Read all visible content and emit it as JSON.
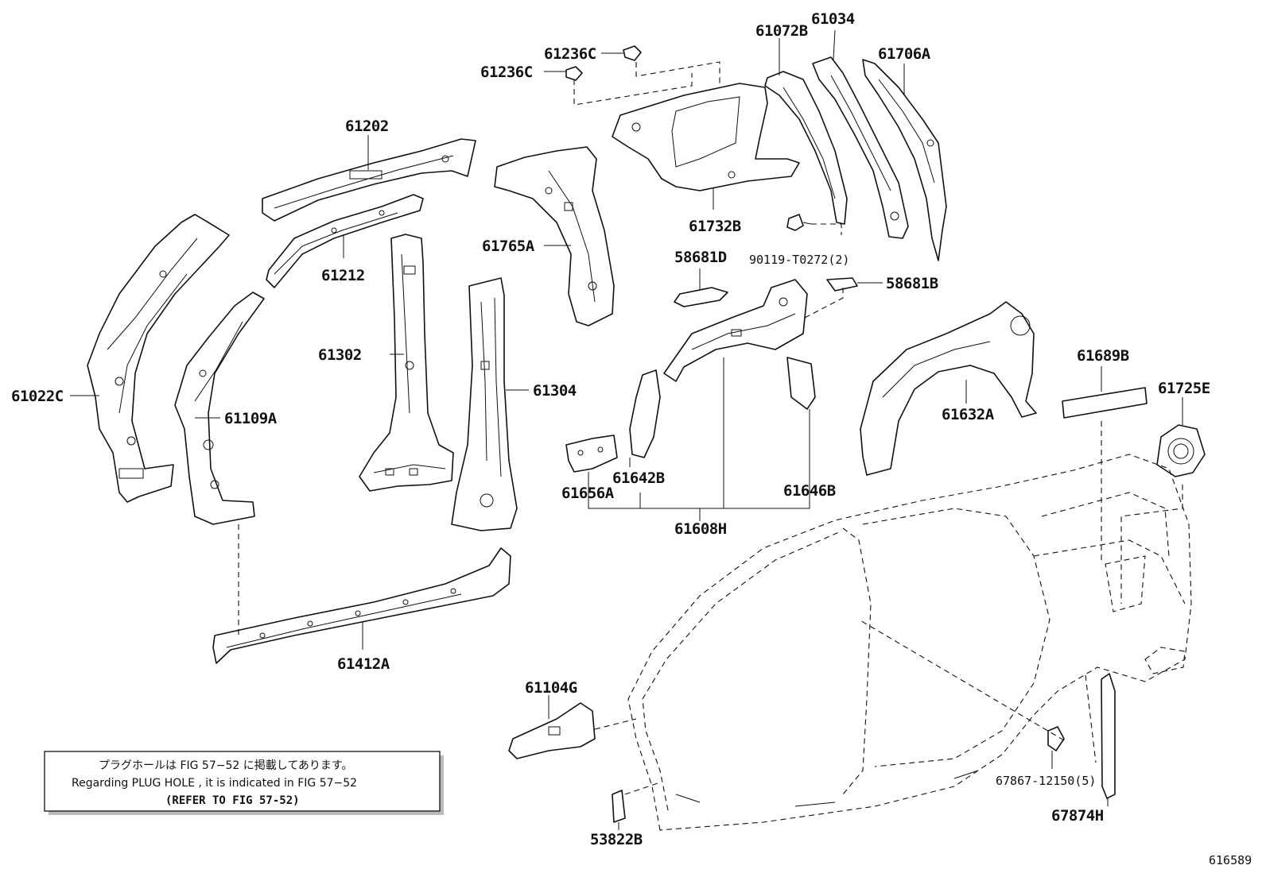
{
  "labels": {
    "p61022C": "61022C",
    "p61109A": "61109A",
    "p61202": "61202",
    "p61212": "61212",
    "p61302": "61302",
    "p61304": "61304",
    "p61412A": "61412A",
    "p61765A": "61765A",
    "p61236C_a": "61236C",
    "p61236C_b": "61236C",
    "p61732B": "61732B",
    "p61072B": "61072B",
    "p61034": "61034",
    "p61706A": "61706A",
    "p90119": "90119-T0272(2)",
    "p58681D": "58681D",
    "p58681B": "58681B",
    "p61632A": "61632A",
    "p61689B": "61689B",
    "p61725E": "61725E",
    "p61642B": "61642B",
    "p61656A": "61656A",
    "p61646B": "61646B",
    "p61608H": "61608H",
    "p61104G": "61104G",
    "p67867": "67867-12150(5)",
    "p67874H": "67874H",
    "p53822B": "53822B"
  },
  "note": {
    "line1": "プラグホールは FIG 57−52 に掲載してあります。",
    "line2": "Regarding  PLUG  HOLE , it is indicated in  FIG  57−52",
    "line3": "(REFER TO FIG 57-52)"
  },
  "figure_number": "616589"
}
